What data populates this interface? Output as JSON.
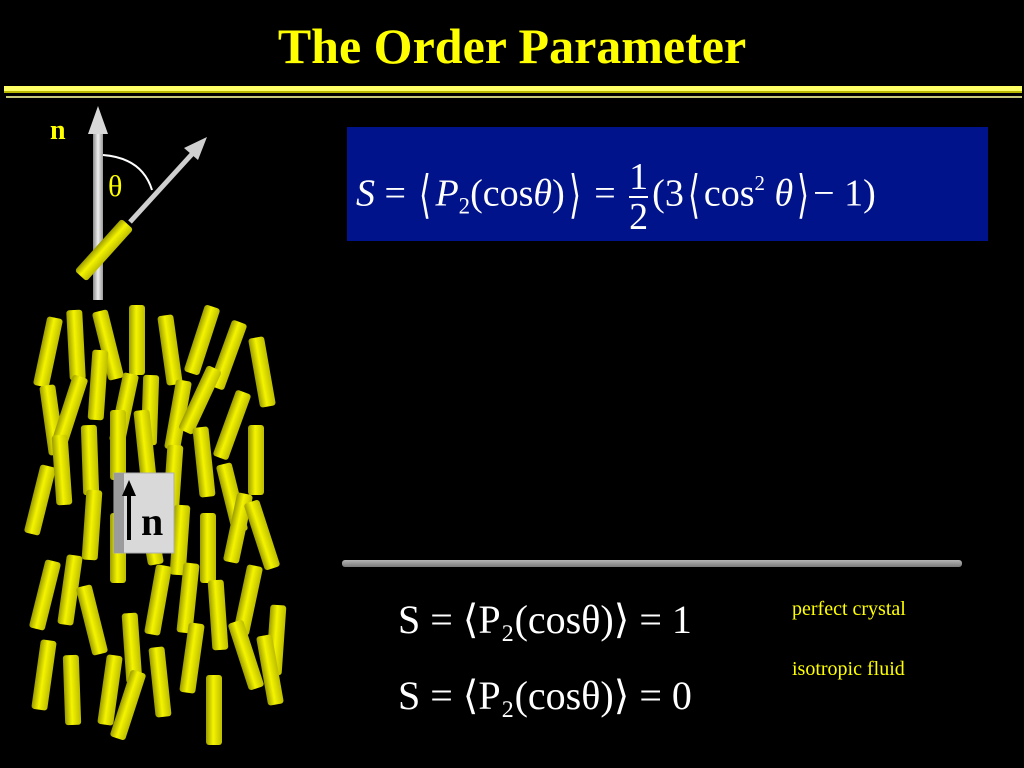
{
  "slide": {
    "title": "The Order Parameter"
  },
  "figure": {
    "director_label": "n",
    "angle_label": "θ",
    "badge_label": "n"
  },
  "equations": {
    "main": {
      "lhs": "S",
      "p": "P",
      "p_sub": "2",
      "cos_theta": "(cos",
      "theta": "θ",
      "close": ")",
      "num": "1",
      "den": "2",
      "three": "(3",
      "cos": "cos",
      "sq": "2",
      "minus_one": "− 1)"
    },
    "crystal": {
      "text": "S = ⟨P₂(cosθ)⟩ = 1",
      "value": "1",
      "label": "perfect crystal"
    },
    "isotropic": {
      "text": "S = ⟨P₂(cosθ)⟩ = 0",
      "value": "0",
      "label": "isotropic fluid"
    }
  },
  "colors": {
    "accent": "#ffff00",
    "box": "#00138a",
    "rod": "#e6e600"
  }
}
